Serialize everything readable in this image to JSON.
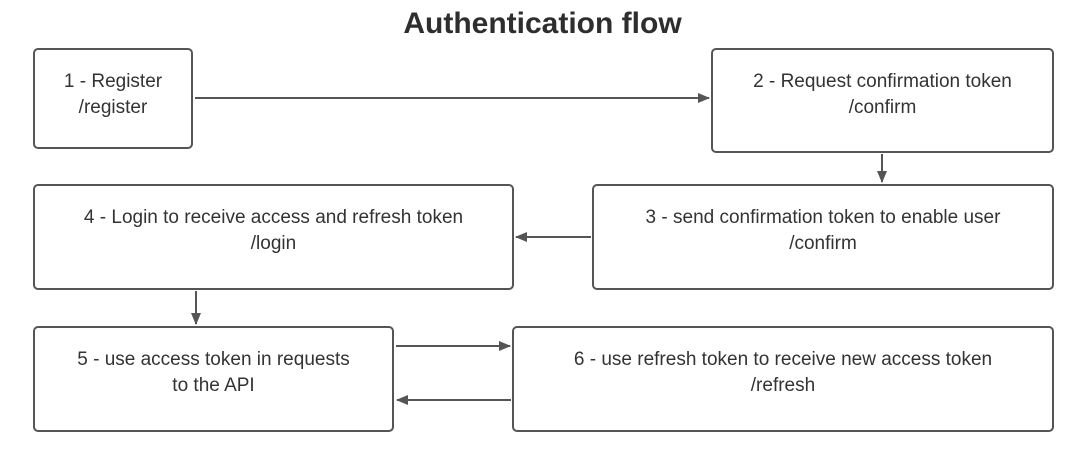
{
  "title": "Authentication flow",
  "nodes": [
    {
      "step": "1 - Register",
      "endpoint": "/register"
    },
    {
      "step": "2 - Request confirmation token",
      "endpoint": "/confirm"
    },
    {
      "step": "3 - send confirmation token to enable user",
      "endpoint": "/confirm"
    },
    {
      "step": "4 - Login to receive access and refresh token",
      "endpoint": "/login"
    },
    {
      "step": "5 - use access token in requests",
      "endpoint": "to the API"
    },
    {
      "step": "6 - use refresh token to receive new access token",
      "endpoint": "/refresh"
    }
  ],
  "edges": [
    {
      "from": "1 - Register",
      "to": "2 - Request confirmation token"
    },
    {
      "from": "2 - Request confirmation token",
      "to": "3 - send confirmation token to enable user"
    },
    {
      "from": "3 - send confirmation token to enable user",
      "to": "4 - Login to receive access and refresh token"
    },
    {
      "from": "4 - Login to receive access and refresh token",
      "to": "5 - use access token in requests"
    },
    {
      "from": "5 - use access token in requests",
      "to": "6 - use refresh token to receive new access token"
    },
    {
      "from": "6 - use refresh token to receive new access token",
      "to": "5 - use access token in requests"
    }
  ],
  "colors": {
    "border": "#555555",
    "text": "#333333",
    "arrow": "#555555"
  }
}
